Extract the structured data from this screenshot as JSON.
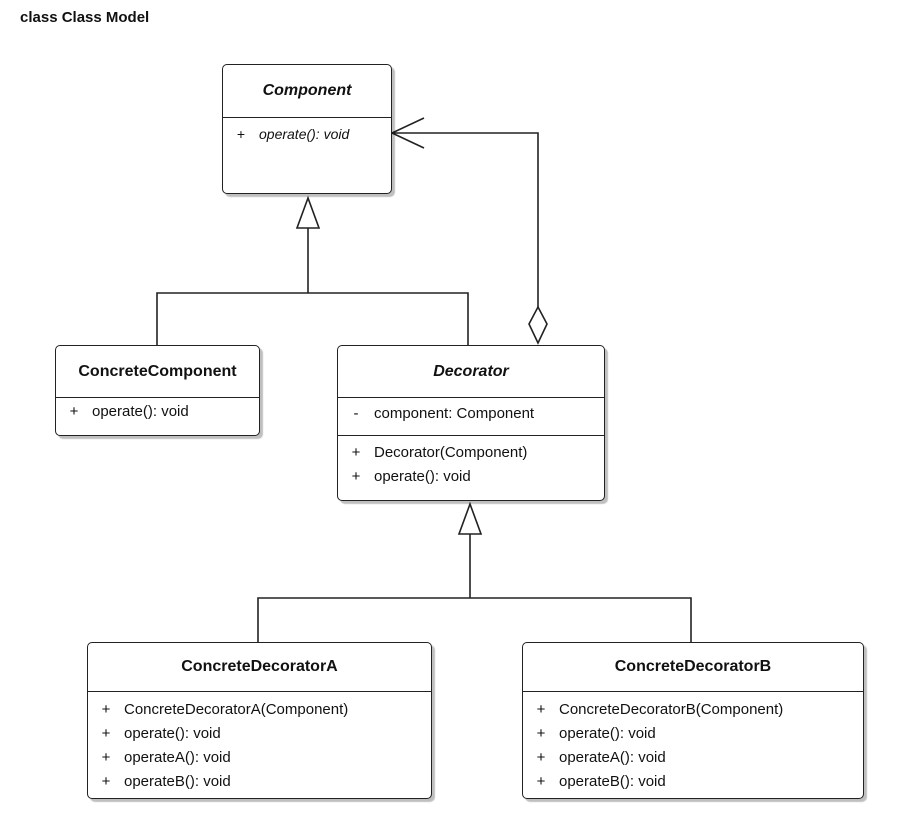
{
  "diagram_title": "class Class Model",
  "classes": {
    "component": {
      "name": "Component",
      "operations": [
        {
          "visibility": "+",
          "signature": "operate(): void"
        }
      ]
    },
    "concrete_component": {
      "name": "ConcreteComponent",
      "operations": [
        {
          "visibility": "+",
          "signature": "operate(): void"
        }
      ]
    },
    "decorator": {
      "name": "Decorator",
      "attributes": [
        {
          "visibility": "-",
          "signature": "component: Component"
        }
      ],
      "operations": [
        {
          "visibility": "+",
          "signature": "Decorator(Component)"
        },
        {
          "visibility": "+",
          "signature": "operate(): void"
        }
      ]
    },
    "concrete_decorator_a": {
      "name": "ConcreteDecoratorA",
      "operations": [
        {
          "visibility": "+",
          "signature": "ConcreteDecoratorA(Component)"
        },
        {
          "visibility": "+",
          "signature": "operate(): void"
        },
        {
          "visibility": "+",
          "signature": "operateA(): void"
        },
        {
          "visibility": "+",
          "signature": "operateB(): void"
        }
      ]
    },
    "concrete_decorator_b": {
      "name": "ConcreteDecoratorB",
      "operations": [
        {
          "visibility": "+",
          "signature": "ConcreteDecoratorB(Component)"
        },
        {
          "visibility": "+",
          "signature": "operate(): void"
        },
        {
          "visibility": "+",
          "signature": "operateA(): void"
        },
        {
          "visibility": "+",
          "signature": "operateB(): void"
        }
      ]
    }
  },
  "relationships": [
    {
      "type": "generalization",
      "from": "ConcreteComponent",
      "to": "Component"
    },
    {
      "type": "generalization",
      "from": "Decorator",
      "to": "Component"
    },
    {
      "type": "aggregation",
      "from": "Decorator",
      "to": "Component"
    },
    {
      "type": "generalization",
      "from": "ConcreteDecoratorA",
      "to": "Decorator"
    },
    {
      "type": "generalization",
      "from": "ConcreteDecoratorB",
      "to": "Decorator"
    }
  ]
}
